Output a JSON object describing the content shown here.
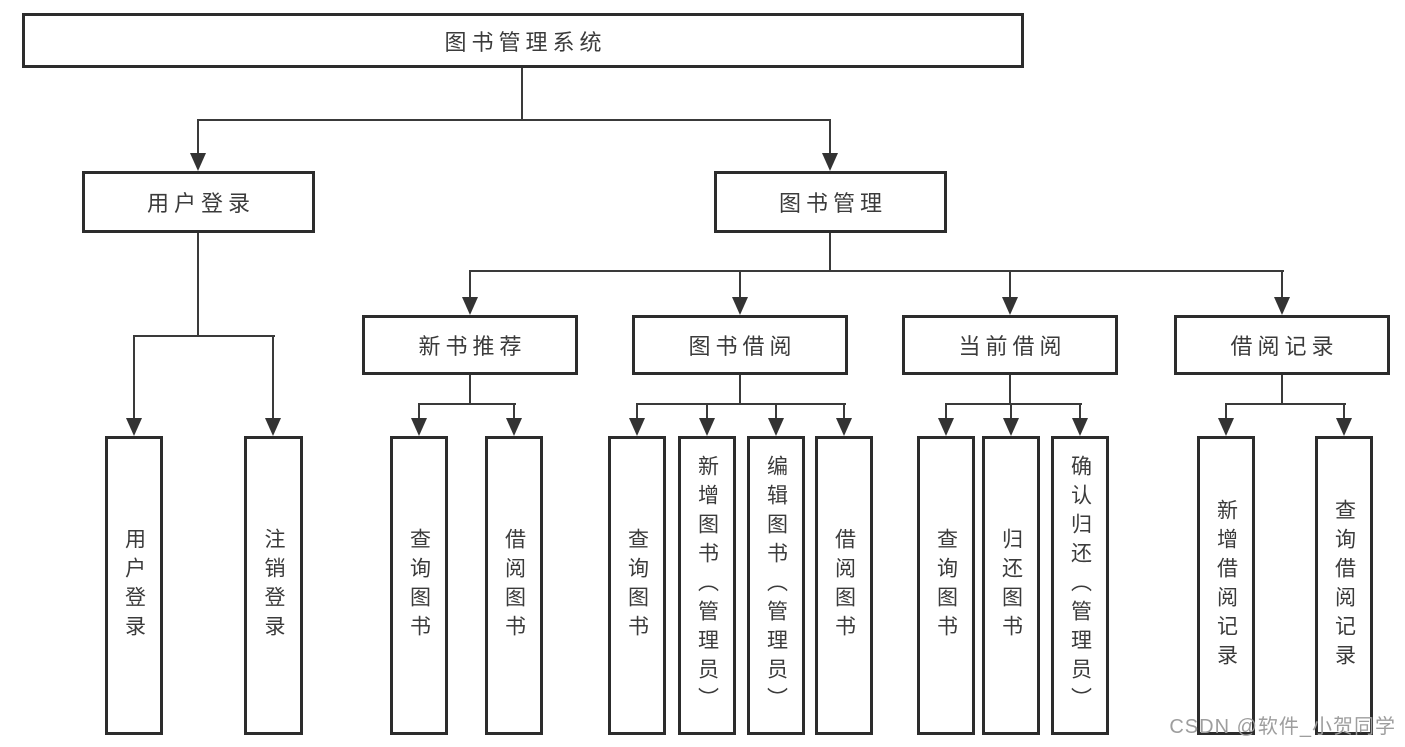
{
  "tree": {
    "root": "图书管理系统",
    "branches": [
      {
        "label": "用户登录",
        "children": [
          "用户登录",
          "注销登录"
        ]
      },
      {
        "label": "图书管理",
        "groups": [
          {
            "label": "新书推荐",
            "children": [
              "查询图书",
              "借阅图书"
            ]
          },
          {
            "label": "图书借阅",
            "children": [
              "查询图书",
              "新增图书（管理员）",
              "编辑图书（管理员）",
              "借阅图书"
            ]
          },
          {
            "label": "当前借阅",
            "children": [
              "查询图书",
              "归还图书",
              "确认归还（管理员）"
            ]
          },
          {
            "label": "借阅记录",
            "children": [
              "新增借阅记录",
              "查询借阅记录"
            ]
          }
        ]
      }
    ]
  },
  "watermark": {
    "text": "CSDN @软件_小贺同学"
  },
  "colors": {
    "line": "#3a3a3a",
    "box_border": "#2c2c2c",
    "text": "#3b3b3b",
    "watermark": "#9e9e9e",
    "background": "#ffffff"
  }
}
